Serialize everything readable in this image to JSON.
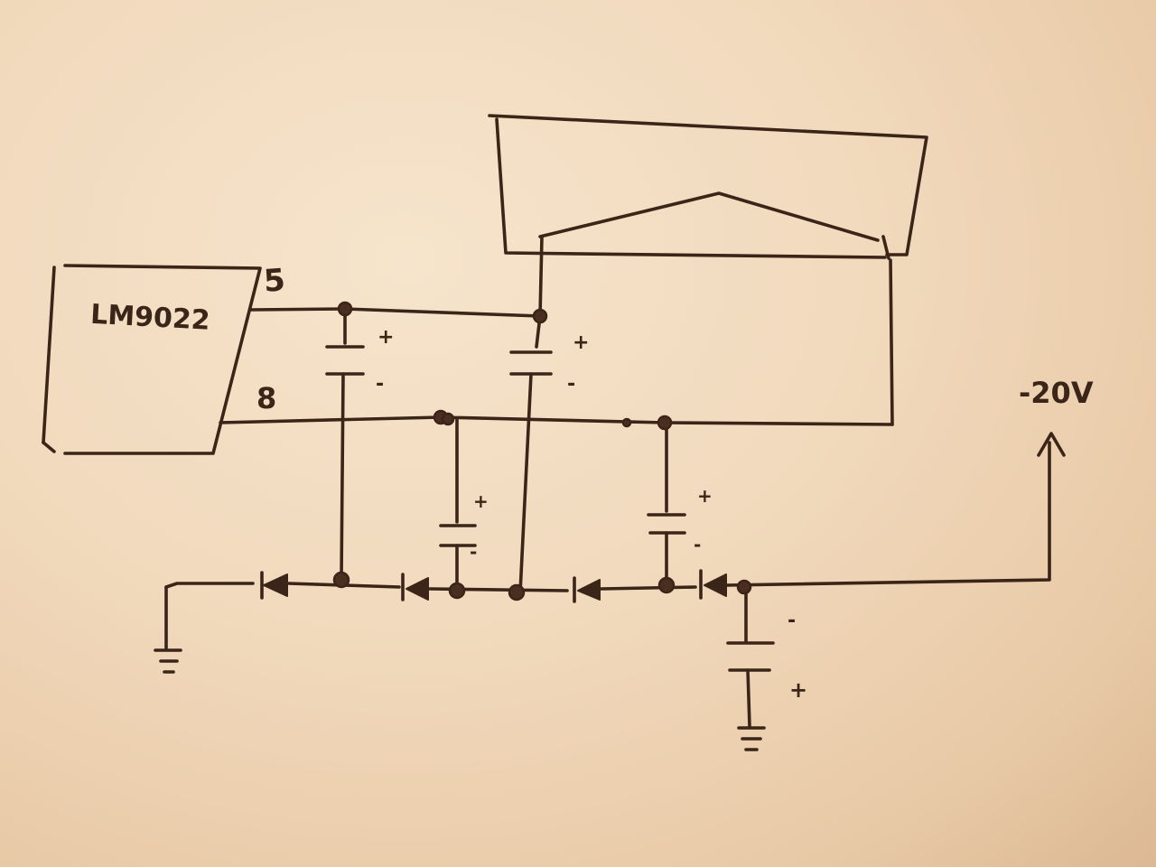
{
  "chip": {
    "name": "LM9022",
    "pin_top": "5",
    "pin_bottom": "8"
  },
  "output": {
    "voltage": "-20V"
  },
  "polarity": {
    "plus": "+",
    "minus": "-"
  },
  "colors": {
    "paper": "#f1d9bc",
    "ink": "#3b2418"
  }
}
